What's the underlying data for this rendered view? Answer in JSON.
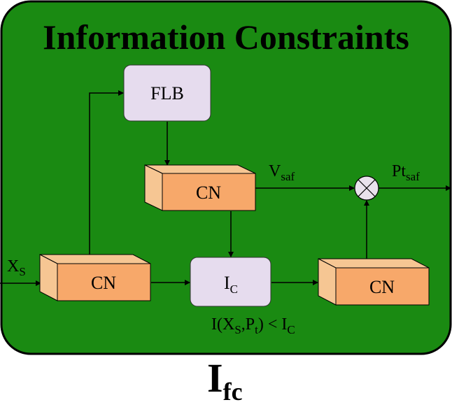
{
  "panel": {
    "title": "Information Constraints",
    "background_color": "#1a8a12",
    "border_color": "#000000"
  },
  "blocks": {
    "flb": {
      "label": "FLB",
      "fill": "#e6dcee"
    },
    "cn_top": {
      "label": "CN",
      "front_fill": "#f7a86a",
      "side_fill": "#f6c693"
    },
    "cn_left": {
      "label": "CN"
    },
    "cn_right": {
      "label": "CN"
    },
    "ic": {
      "label": "I",
      "label_sub": "C",
      "fill": "#e6dcee"
    }
  },
  "signals": {
    "xs": {
      "main": "X",
      "sub": "S"
    },
    "vsaf": {
      "main": "V",
      "sub": "saf"
    },
    "ptsaf": {
      "main": "Pt",
      "sub": "saf"
    }
  },
  "constraint": {
    "part1": "I(X",
    "sub1": "S",
    "part2": ",P",
    "sub2": "t",
    "part3": ") < I",
    "sub3": "C"
  },
  "multiplier": {
    "symbol": "×",
    "fill": "#e9e2ec"
  },
  "footer": {
    "main": "I",
    "sub": "fc"
  }
}
